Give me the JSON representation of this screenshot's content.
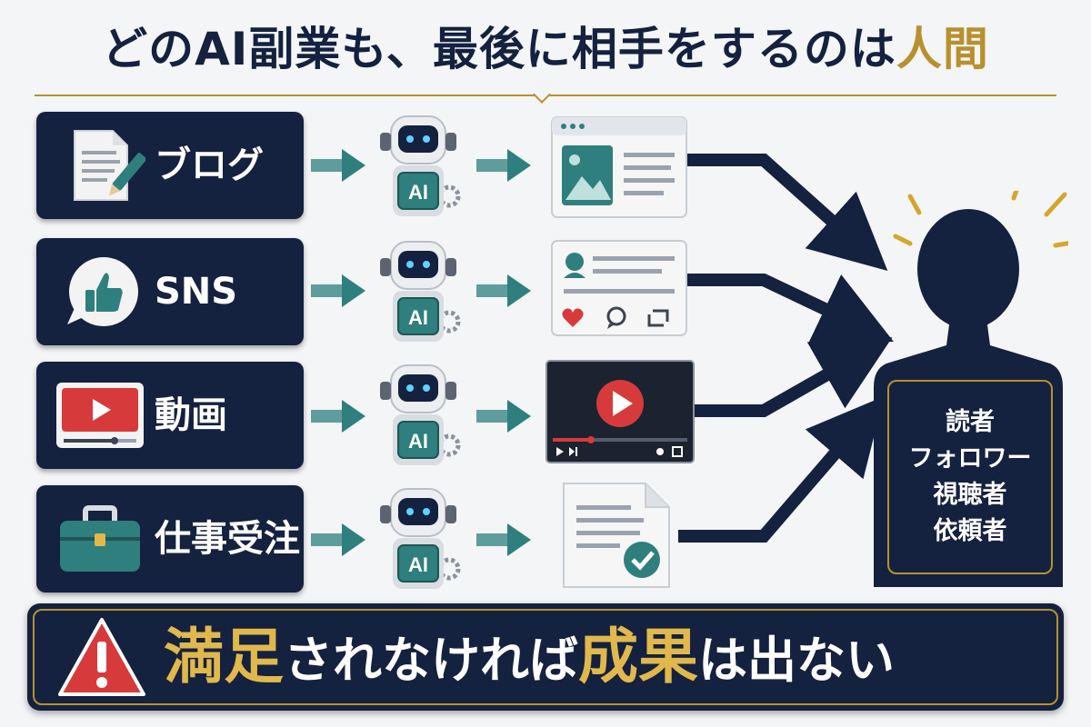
{
  "title": {
    "pre": "どのAI副業も、最後に相手をするのは",
    "highlight": "人間"
  },
  "categories": [
    {
      "label": "ブログ",
      "icon": "document-pencil-icon"
    },
    {
      "label": "SNS",
      "icon": "thumbs-up-bubble-icon"
    },
    {
      "label": "動画",
      "icon": "video-play-icon"
    },
    {
      "label": "仕事受注",
      "icon": "briefcase-icon"
    }
  ],
  "robot_label": "AI",
  "audience": [
    "読者",
    "フォロワー",
    "視聴者",
    "依頼者"
  ],
  "banner": {
    "icon": "warning-icon",
    "gold1": "満足",
    "mid": "されなければ",
    "gold2": "成果",
    "end": "は出ない"
  },
  "colors": {
    "navy": "#14213f",
    "gold": "#b8902e",
    "teal": "#2e7f7d",
    "red": "#d63a3a"
  }
}
